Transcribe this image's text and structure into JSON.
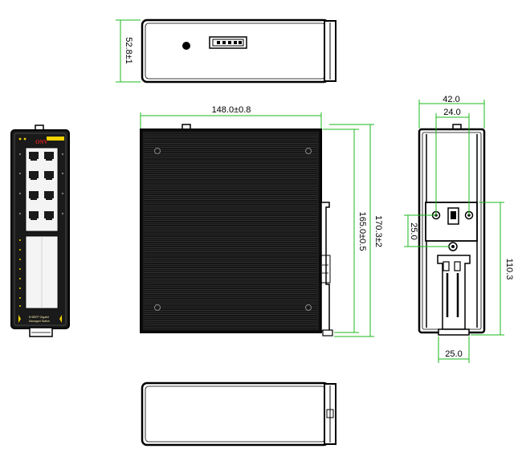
{
  "diagram": {
    "dimensions": {
      "depth": "52.8±1",
      "width": "148.0±0.8",
      "height_body": "165.0±0.5",
      "height_total": "170.3±2",
      "side_width": "42.0",
      "side_inner": "24.0",
      "rail_hole_spacing": "25.0",
      "rail_height": "110.3",
      "bottom_width": "25.0"
    },
    "front_panel": {
      "brand": "ONV",
      "caption_line1": "8+8SFP Gigabit",
      "caption_line2": "Managed Switch"
    },
    "colors": {
      "dimension_line": "#1db81d",
      "outline": "#000000",
      "brand": "#d42020",
      "accent": "#f2d200"
    }
  }
}
